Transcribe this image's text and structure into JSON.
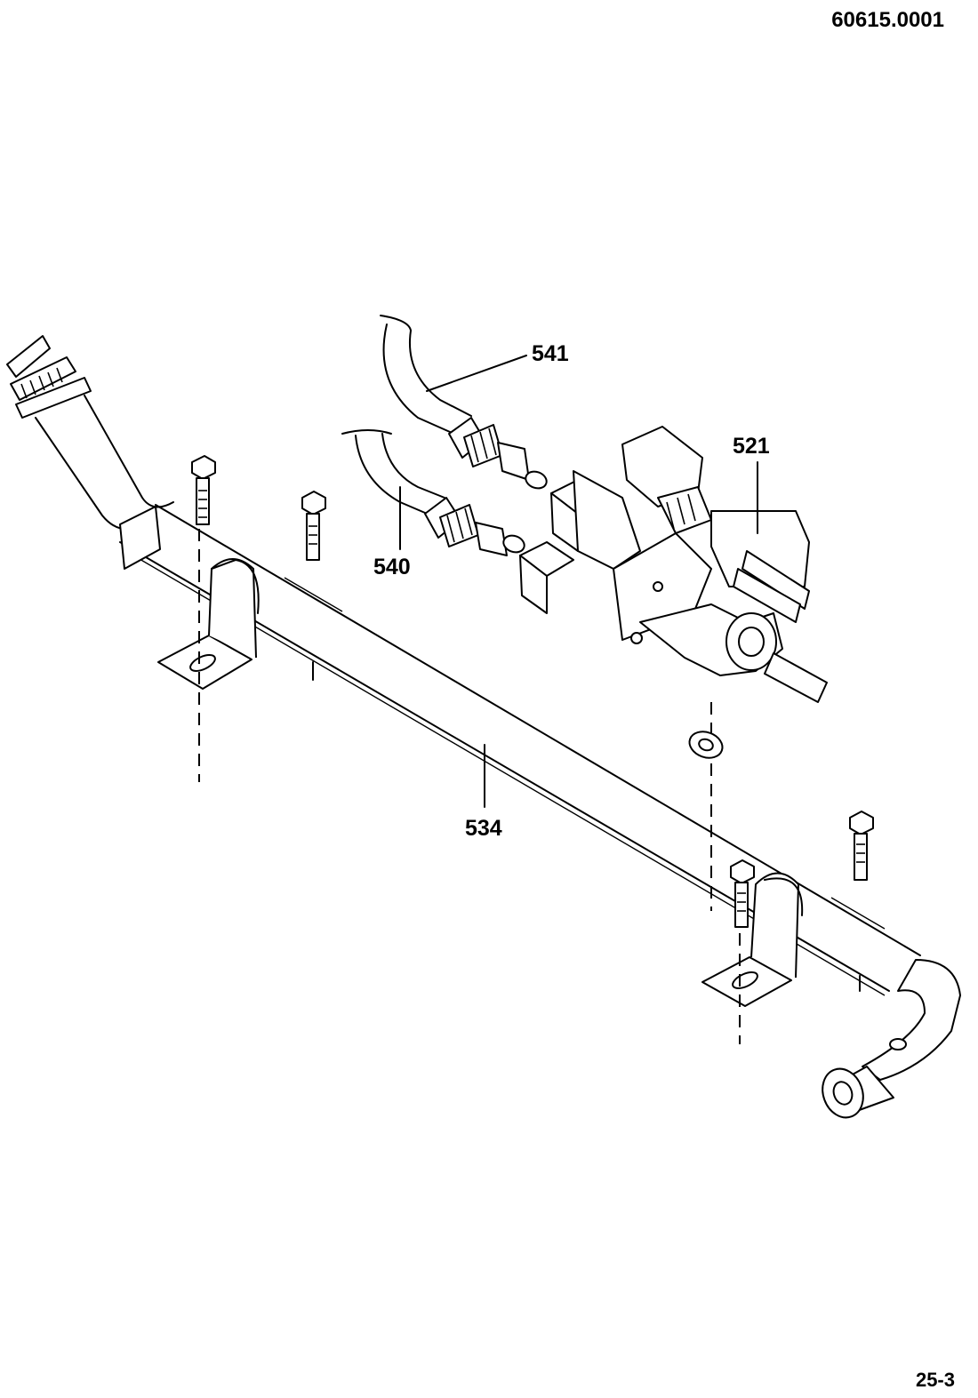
{
  "document_id": "60615.0001",
  "page_number": "25-3",
  "callouts": {
    "c541": "541",
    "c521": "521",
    "c540": "540",
    "c534": "534"
  }
}
